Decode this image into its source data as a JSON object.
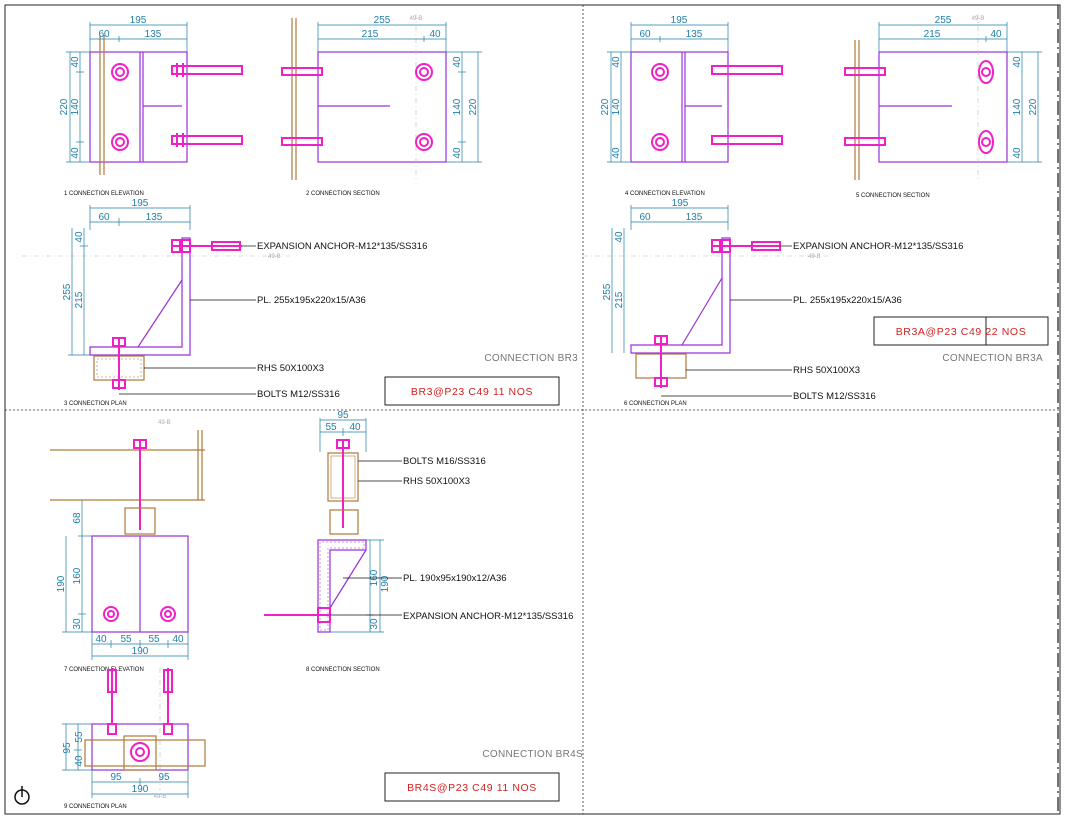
{
  "panels": {
    "br3": {
      "connection_label": "CONNECTION BR3",
      "tag": "BR3@P23 C49 11 NOS",
      "captions": [
        "1 CONNECTION ELEVATION",
        "2 CONNECTION SECTION",
        "3 CONNECTION PLAN"
      ]
    },
    "br3a": {
      "connection_label": "CONNECTION BR3A",
      "tag": "BR3A@P23 C49 22 NOS",
      "captions": [
        "4 CONNECTION ELEVATION",
        "5 CONNECTION SECTION",
        "6 CONNECTION PLAN"
      ]
    },
    "br4s": {
      "connection_label": "CONNECTION BR4S",
      "tag": "BR4S@P23 C49 11 NOS",
      "captions": [
        "7 CONNECTION ELEVATION",
        "8 CONNECTION SECTION",
        "9 CONNECTION PLAN"
      ]
    }
  },
  "callouts": {
    "anchor": "EXPANSION ANCHOR-M12*135/SS316",
    "plate_br3": "PL. 255x195x220x15/A36",
    "rhs": "RHS 50X100X3",
    "bolts_m12": "BOLTS M12/SS316",
    "bolts_m16": "BOLTS M16/SS316",
    "rhs_br4s": "RHS 50X100X3",
    "plate_br4s": "PL. 190x95x190x12/A36",
    "anchor_br4s": "EXPANSION ANCHOR-M12*135/SS316"
  },
  "grid_ref": "49-B",
  "dims": {
    "w195": "195",
    "w60": "60",
    "w135": "135",
    "w255": "255",
    "w215": "215",
    "w40": "40",
    "h220": "220",
    "h140": "140",
    "h40": "40",
    "h255": "255",
    "h215": "215",
    "w95": "95",
    "w55": "55",
    "h68": "68",
    "h190": "190",
    "h160": "160",
    "h30": "30",
    "w190": "190",
    "h95": "95"
  }
}
